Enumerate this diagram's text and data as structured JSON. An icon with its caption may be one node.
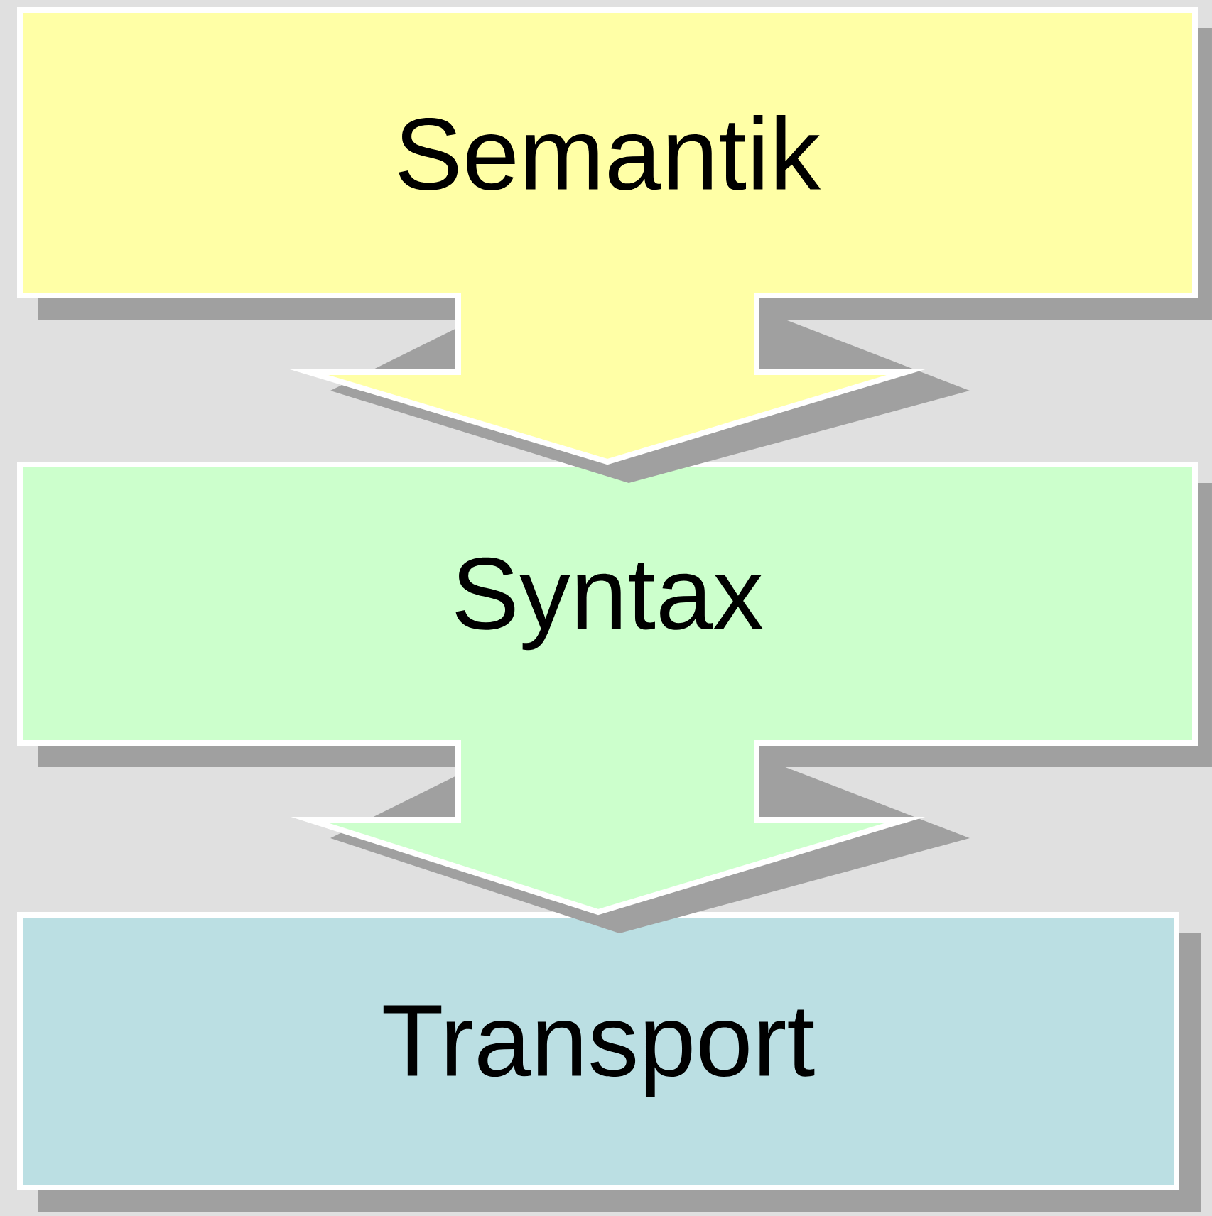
{
  "diagram": {
    "nodes": [
      {
        "text": [
          "Semantik"
        ]
      },
      {
        "text": [
          "Syntax"
        ]
      },
      {
        "text": [
          "Transport"
        ]
      }
    ],
    "edges": [
      {
        "from": 0,
        "to": 1,
        "arrow": "to"
      },
      {
        "from": 1,
        "to": 2,
        "arrow": "to"
      }
    ]
  }
}
